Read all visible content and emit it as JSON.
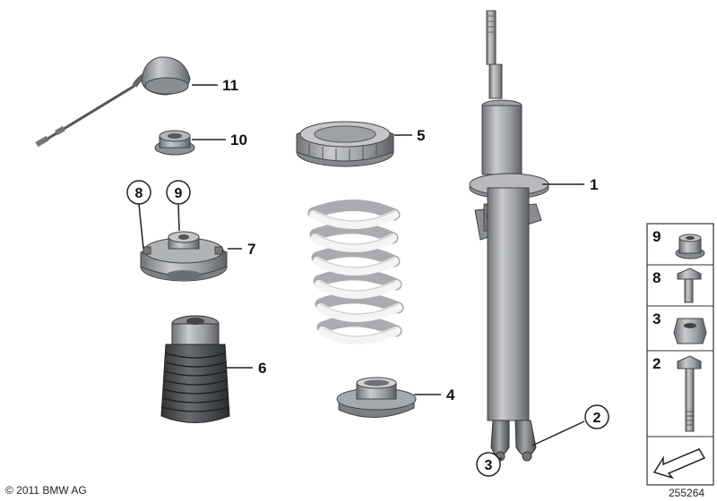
{
  "parts": [
    {
      "id": "p11",
      "label": "11"
    },
    {
      "id": "p10",
      "label": "10"
    },
    {
      "id": "p5",
      "label": "5"
    },
    {
      "id": "p1",
      "label": "1"
    },
    {
      "id": "p8",
      "label": "8"
    },
    {
      "id": "p9",
      "label": "9"
    },
    {
      "id": "p7",
      "label": "7"
    },
    {
      "id": "p6",
      "label": "6"
    },
    {
      "id": "p4",
      "label": "4"
    },
    {
      "id": "p2",
      "label": "2"
    },
    {
      "id": "p3",
      "label": "3"
    }
  ],
  "side_panel": [
    "9",
    "8",
    "3",
    "2"
  ],
  "footer": {
    "copyright": "© 2011 BMW AG",
    "diagram_number": "255264"
  },
  "colors": {
    "part_gray": "#9a9da1",
    "part_dark": "#55585c",
    "boot_dark": "#3d3f42",
    "spring_white": "#f4f4f4",
    "line": "#222222"
  }
}
